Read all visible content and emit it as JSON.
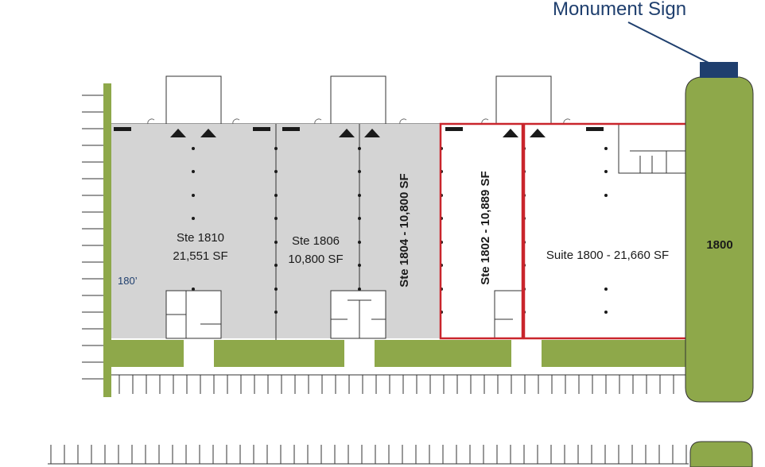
{
  "callout": {
    "monument_sign": "Monument Sign"
  },
  "dimension": {
    "depth": "180’"
  },
  "suites": {
    "s1810": {
      "name": "Ste 1810",
      "area": "21,551 SF"
    },
    "s1806": {
      "name": "Ste 1806",
      "area": "10,800 SF"
    },
    "s1804": {
      "label": "Ste 1804 - 10,800 SF"
    },
    "s1802": {
      "label": "Ste 1802 - 10,889 SF"
    },
    "s1800": {
      "label": "Suite 1800 - 21,660 SF"
    }
  },
  "building_number": "1800",
  "colors": {
    "occupied_fill": "#d4d4d4",
    "highlight_outline": "#c9252c",
    "landscape_green": "#8ea84a",
    "sign_navy": "#1f3f6e",
    "callout_text": "#1f3f6e",
    "dimension_text": "#1f3f6e"
  }
}
